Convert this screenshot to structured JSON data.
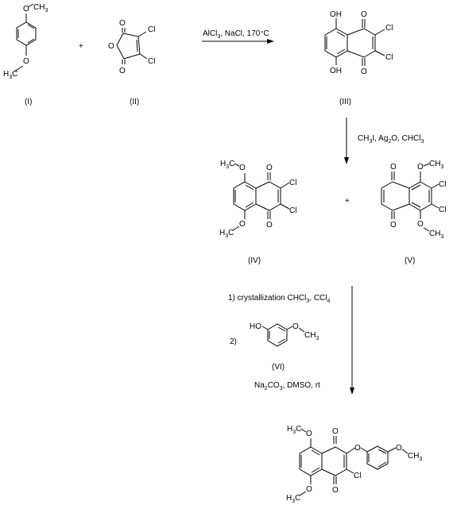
{
  "compounds": {
    "I": {
      "label": "(I)",
      "atoms": {
        "o_top": "O",
        "ch3_top": "CH",
        "ch3_top_sub": "3",
        "o_bot": "O",
        "h3c_bot": "H",
        "h3c_bot_sub": "3",
        "h3c_bot_c": "C"
      }
    },
    "II": {
      "label": "(II)",
      "atoms": {
        "o1": "O",
        "o2": "O",
        "o3": "O",
        "cl1": "Cl",
        "cl2": "Cl"
      }
    },
    "III": {
      "label": "(III)",
      "atoms": {
        "oh1": "OH",
        "oh2": "OH",
        "o1": "O",
        "o2": "O",
        "cl1": "Cl",
        "cl2": "Cl"
      }
    },
    "IV": {
      "label": "(IV)",
      "atoms": {
        "h3c1": "H",
        "h3c1_sub": "3",
        "h3c1_c": "C",
        "o_me1": "O",
        "h3c2": "H",
        "h3c2_sub": "3",
        "h3c2_c": "C",
        "o_me2": "O",
        "o1": "O",
        "o2": "O",
        "cl1": "Cl",
        "cl2": "Cl"
      }
    },
    "V": {
      "label": "(V)",
      "atoms": {
        "o1": "O",
        "o2": "O",
        "o_me1": "O",
        "me1": "CH",
        "me1_sub": "3",
        "o_me2": "O",
        "me2": "CH",
        "me2_sub": "3",
        "cl1": "Cl",
        "cl2": "Cl"
      }
    },
    "VI": {
      "label": "(VI)",
      "atoms": {
        "ho": "HO",
        "o": "O",
        "ch3": "CH",
        "ch3_sub": "3"
      }
    },
    "product": {
      "atoms": {
        "h3c1": "H",
        "h3c1_sub": "3",
        "h3c1_c": "C",
        "o_me1": "O",
        "h3c2": "H",
        "h3c2_sub": "3",
        "h3c2_c": "C",
        "o_me2": "O",
        "o1": "O",
        "o2": "O",
        "o_ar": "O",
        "cl": "Cl",
        "o_me3": "O",
        "ch3": "CH",
        "ch3_sub": "3"
      }
    }
  },
  "operators": {
    "plus1": "+",
    "plus2": "+"
  },
  "steps": {
    "step1": {
      "a": "AlCl",
      "a_sub": "3",
      "b": ", NaCl, 170",
      "c": "C"
    },
    "step2": {
      "a": "CH",
      "a_sub": "3",
      "b": "I, Ag",
      "b_sub": "2",
      "c": "O, CHCl",
      "c_sub": "3"
    },
    "step3": {
      "line1": "1) crystallization CHCl",
      "line1_sub": "3",
      "line1b": ", CCl",
      "line1b_sub": "4",
      "line2": "2)",
      "line3a": "Na",
      "line3a_sub": "2",
      "line3b": "CO",
      "line3b_sub": "3",
      "line3c": ", DMSO, rt"
    }
  }
}
